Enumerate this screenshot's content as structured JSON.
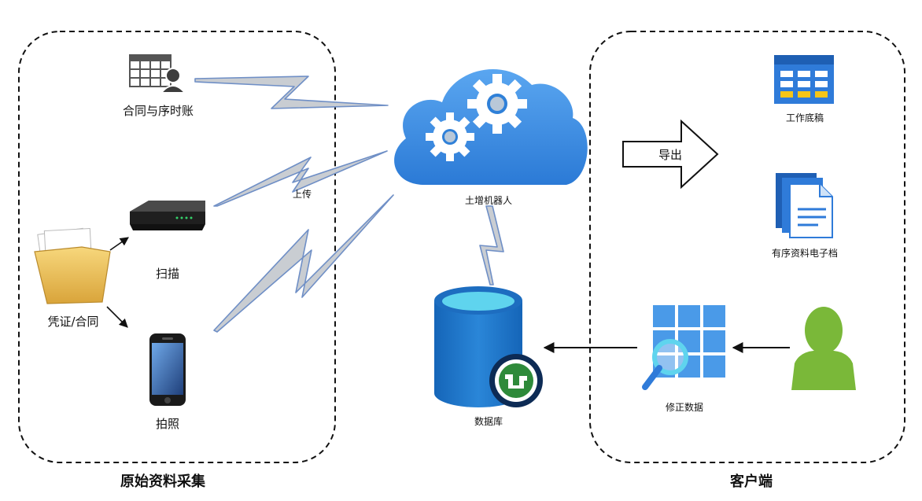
{
  "groups": {
    "left_title": "原始资料采集",
    "right_title": "客户端"
  },
  "nodes": {
    "ledger": "合同与序时账",
    "scan": "扫描",
    "photo": "拍照",
    "voucher": "凭证/合同",
    "robot": "土增机器人",
    "database": "数据库",
    "workpaper": "工作底稿",
    "eaf": "有序资料电子档",
    "fix_data": "修正数据"
  },
  "edges": {
    "upload": "上传",
    "export": "导出"
  },
  "colors": {
    "cloud": "#3d8fe6",
    "bolt_fill": "#c9cdd2",
    "bolt_stroke": "#6f8fc6",
    "db": "#1f6fc4",
    "db_top": "#5fd4ee",
    "user": "#7ab839",
    "doc_blue": "#2f7bd9",
    "dashed": "#111111"
  },
  "icons": {
    "ledger": "spreadsheet-user-icon",
    "scan": "scanner-device-icon",
    "photo": "smartphone-icon",
    "voucher": "folder-documents-icon",
    "robot": "cloud-gears-icon",
    "database": "database-icon",
    "workpaper": "table-grid-icon",
    "eaf": "stacked-documents-icon",
    "fix_data": "grid-search-icon",
    "user": "user-icon"
  }
}
